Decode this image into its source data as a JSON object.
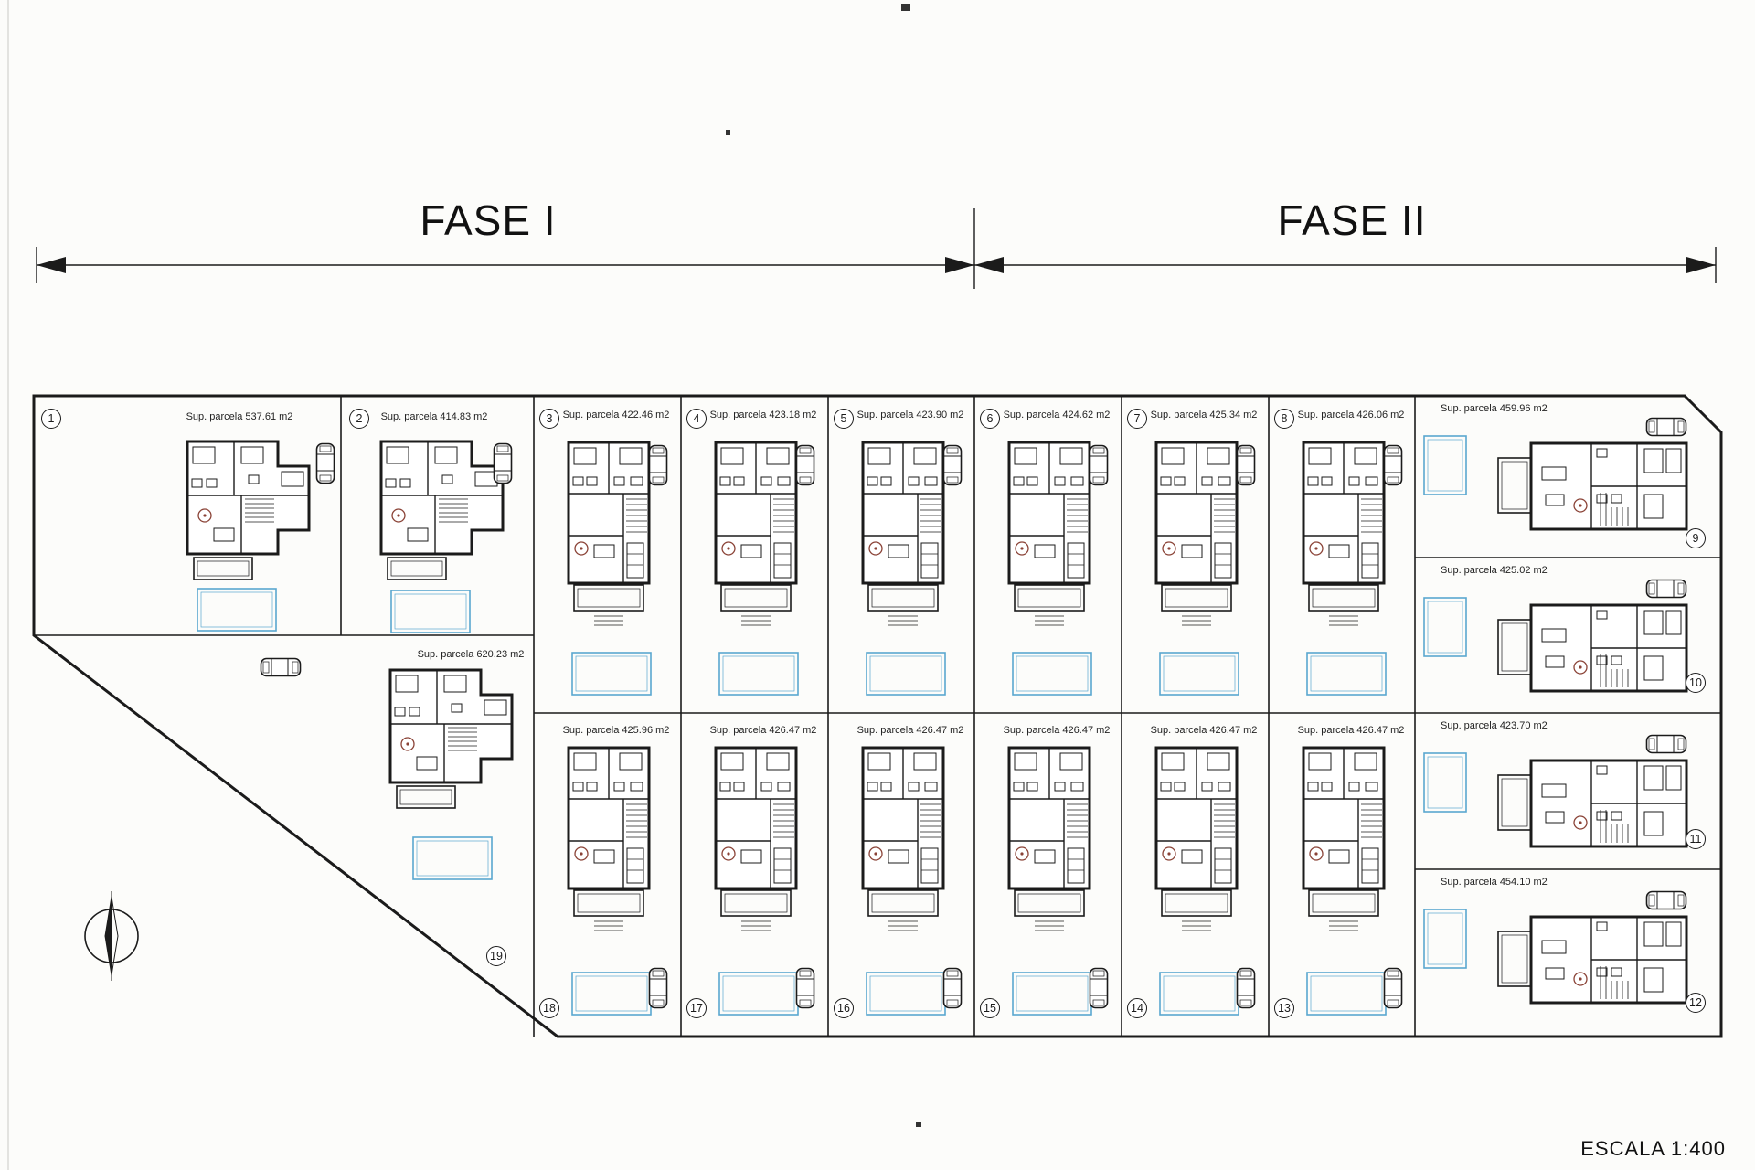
{
  "page": {
    "phase1_label": "FASE I",
    "phase2_label": "FASE II",
    "scale_label": "ESCALA 1:400"
  },
  "colors": {
    "ink": "#1b1b1b",
    "pool_water": "#5aa7cf",
    "stair_accent": "#8a4236"
  },
  "icons": {
    "compass": "compass-rose",
    "car": "car-top-view-icon",
    "pool": "swimming-pool-outline"
  },
  "parcels": [
    {
      "num": "1",
      "area": "Sup. parcela 537.61 m2"
    },
    {
      "num": "2",
      "area": "Sup. parcela 414.83 m2"
    },
    {
      "num": "3",
      "area": "Sup. parcela 422.46 m2"
    },
    {
      "num": "4",
      "area": "Sup. parcela 423.18 m2"
    },
    {
      "num": "5",
      "area": "Sup. parcela 423.90 m2"
    },
    {
      "num": "6",
      "area": "Sup. parcela 424.62 m2"
    },
    {
      "num": "7",
      "area": "Sup. parcela 425.34 m2"
    },
    {
      "num": "8",
      "area": "Sup. parcela 426.06 m2"
    },
    {
      "num": "9",
      "area": "Sup. parcela 459.96 m2"
    },
    {
      "num": "10",
      "area": "Sup. parcela 425.02 m2"
    },
    {
      "num": "11",
      "area": "Sup. parcela 423.70 m2"
    },
    {
      "num": "12",
      "area": "Sup. parcela 454.10 m2"
    },
    {
      "num": "13",
      "area": "Sup. parcela 426.47 m2"
    },
    {
      "num": "14",
      "area": "Sup. parcela 426.47 m2"
    },
    {
      "num": "15",
      "area": "Sup. parcela 426.47 m2"
    },
    {
      "num": "16",
      "area": "Sup. parcela 426.47 m2"
    },
    {
      "num": "17",
      "area": "Sup. parcela 426.47 m2"
    },
    {
      "num": "18",
      "area": "Sup. parcela 425.96 m2"
    },
    {
      "num": "19",
      "area": "Sup. parcela 620.23 m2"
    }
  ]
}
